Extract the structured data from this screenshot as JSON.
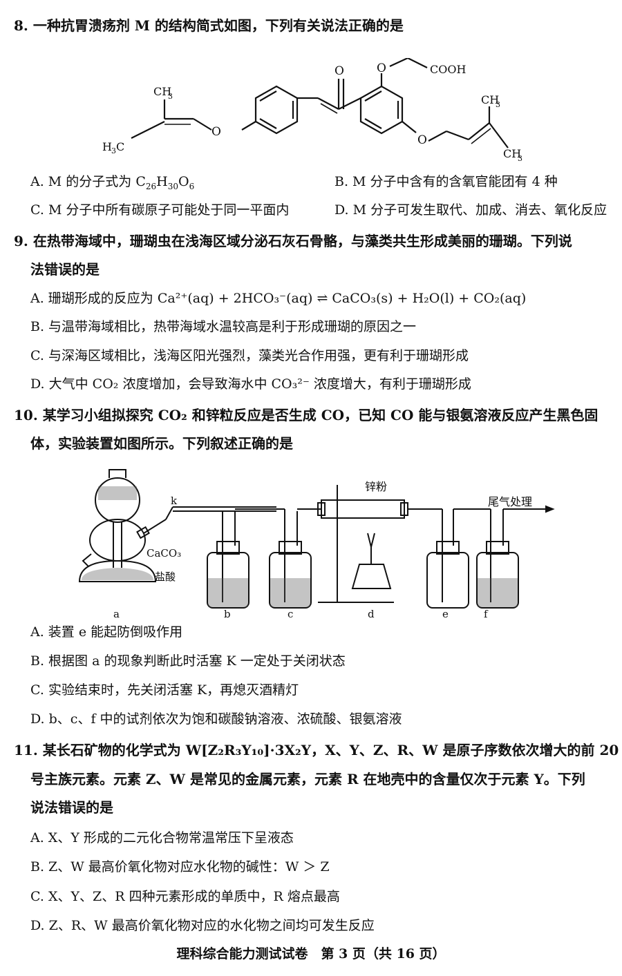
{
  "q8": {
    "stem": "8. 一种抗胃溃疡剂 M 的结构简式如图，下列有关说法正确的是",
    "structure_labels": {
      "o1": "O",
      "cooh": "COOH",
      "ch3_top_left": "CH",
      "h3c": "H",
      "c_h3c": "C",
      "o_left": "O",
      "o_right": "O",
      "ch3_right_top": "CH",
      "ch3_right_bottom": "CH",
      "sub3": "3"
    },
    "optA_pre": "A. M 的分子式为 C",
    "optA_26": "26",
    "optA_h": "H",
    "optA_30": "30",
    "optA_o": "O",
    "optA_6": "6",
    "optB": "B. M 分子中含有的含氧官能团有 4 种",
    "optC": "C. M 分子中所有碳原子可能处于同一平面内",
    "optD": "D. M 分子可发生取代、加成、消去、氧化反应"
  },
  "q9": {
    "stem1": "9. 在热带海域中，珊瑚虫在浅海区域分泌石灰石骨骼，与藻类共生形成美丽的珊瑚。下列说",
    "stem2": "法错误的是",
    "optA": "A. 珊瑚形成的反应为 Ca²⁺(aq) + 2HCO₃⁻(aq) ⇌ CaCO₃(s) + H₂O(l) + CO₂(aq)",
    "optB": "B. 与温带海域相比，热带海域水温较高是利于形成珊瑚的原因之一",
    "optC": "C. 与深海区域相比，浅海区阳光强烈，藻类光合作用强，更有利于珊瑚形成",
    "optD": "D. 大气中 CO₂ 浓度增加，会导致海水中 CO₃²⁻ 浓度增大，有利于珊瑚形成"
  },
  "q10": {
    "stem1": "10. 某学习小组拟探究 CO₂ 和锌粒反应是否生成 CO，已知 CO 能与银氨溶液反应产生黑色固",
    "stem2": "体，实验装置如图所示。下列叙述正确的是",
    "labels": {
      "k": "k",
      "zinc": "锌粉",
      "tail": "尾气处理",
      "caco3": "CaCO₃",
      "hcl": "盐酸",
      "a": "a",
      "b": "b",
      "c": "c",
      "d": "d",
      "e": "e",
      "f": "f"
    },
    "optA": "A. 装置 e 能起防倒吸作用",
    "optB": "B. 根据图 a 的现象判断此时活塞 K 一定处于关闭状态",
    "optC": "C. 实验结束时，先关闭活塞 K，再熄灭酒精灯",
    "optD": "D. b、c、f 中的试剂依次为饱和碳酸钠溶液、浓硫酸、银氨溶液"
  },
  "q11": {
    "stem1": "11. 某长石矿物的化学式为 W[Z₂R₃Y₁₀]·3X₂Y，X、Y、Z、R、W 是原子序数依次增大的前 20",
    "stem2": "号主族元素。元素 Z、W 是常见的金属元素，元素 R 在地壳中的含量仅次于元素 Y。下列",
    "stem3": "说法错误的是",
    "optA": "A. X、Y 形成的二元化合物常温常压下呈液态",
    "optB": "B. Z、W 最高价氧化物对应水化物的碱性：W ＞ Z",
    "optC": "C. X、Y、Z、R 四种元素形成的单质中，R 熔点最高",
    "optD": "D. Z、R、W 最高价氧化物对应的水化物之间均可发生反应"
  },
  "footer": "理科综合能力测试试卷　第 3 页（共 16 页）"
}
